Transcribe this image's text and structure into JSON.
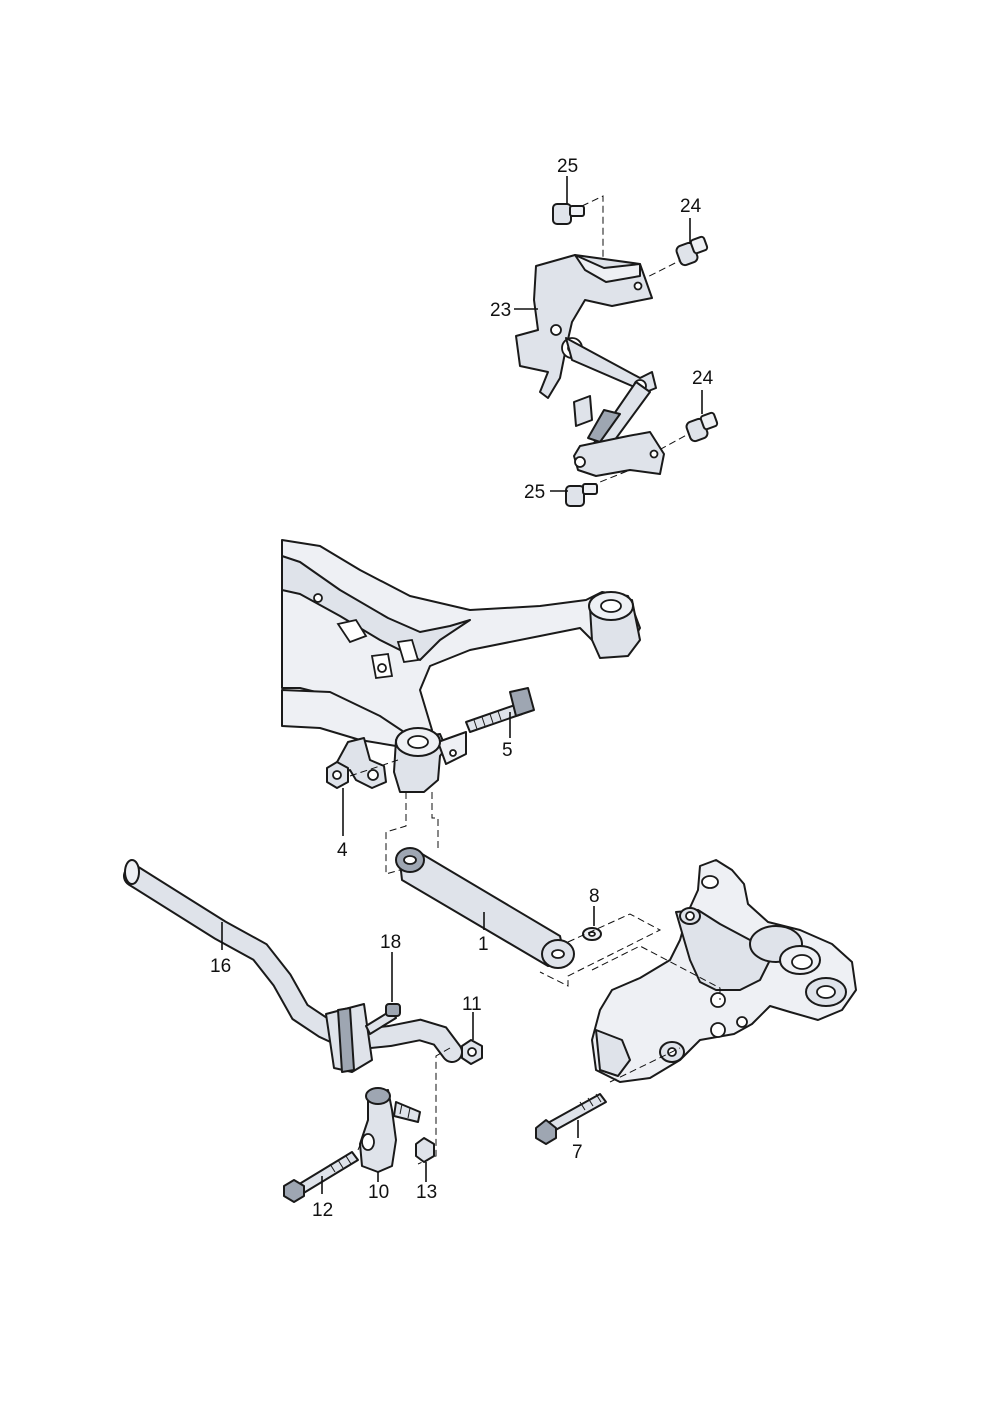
{
  "diagram": {
    "callouts": {
      "p1": "1",
      "p4": "4",
      "p5": "5",
      "p7": "7",
      "p8": "8",
      "p10": "10",
      "p11": "11",
      "p12": "12",
      "p13": "13",
      "p16": "16",
      "p18": "18",
      "p23": "23",
      "p24a": "24",
      "p24b": "24",
      "p25a": "25",
      "p25b": "25"
    }
  }
}
